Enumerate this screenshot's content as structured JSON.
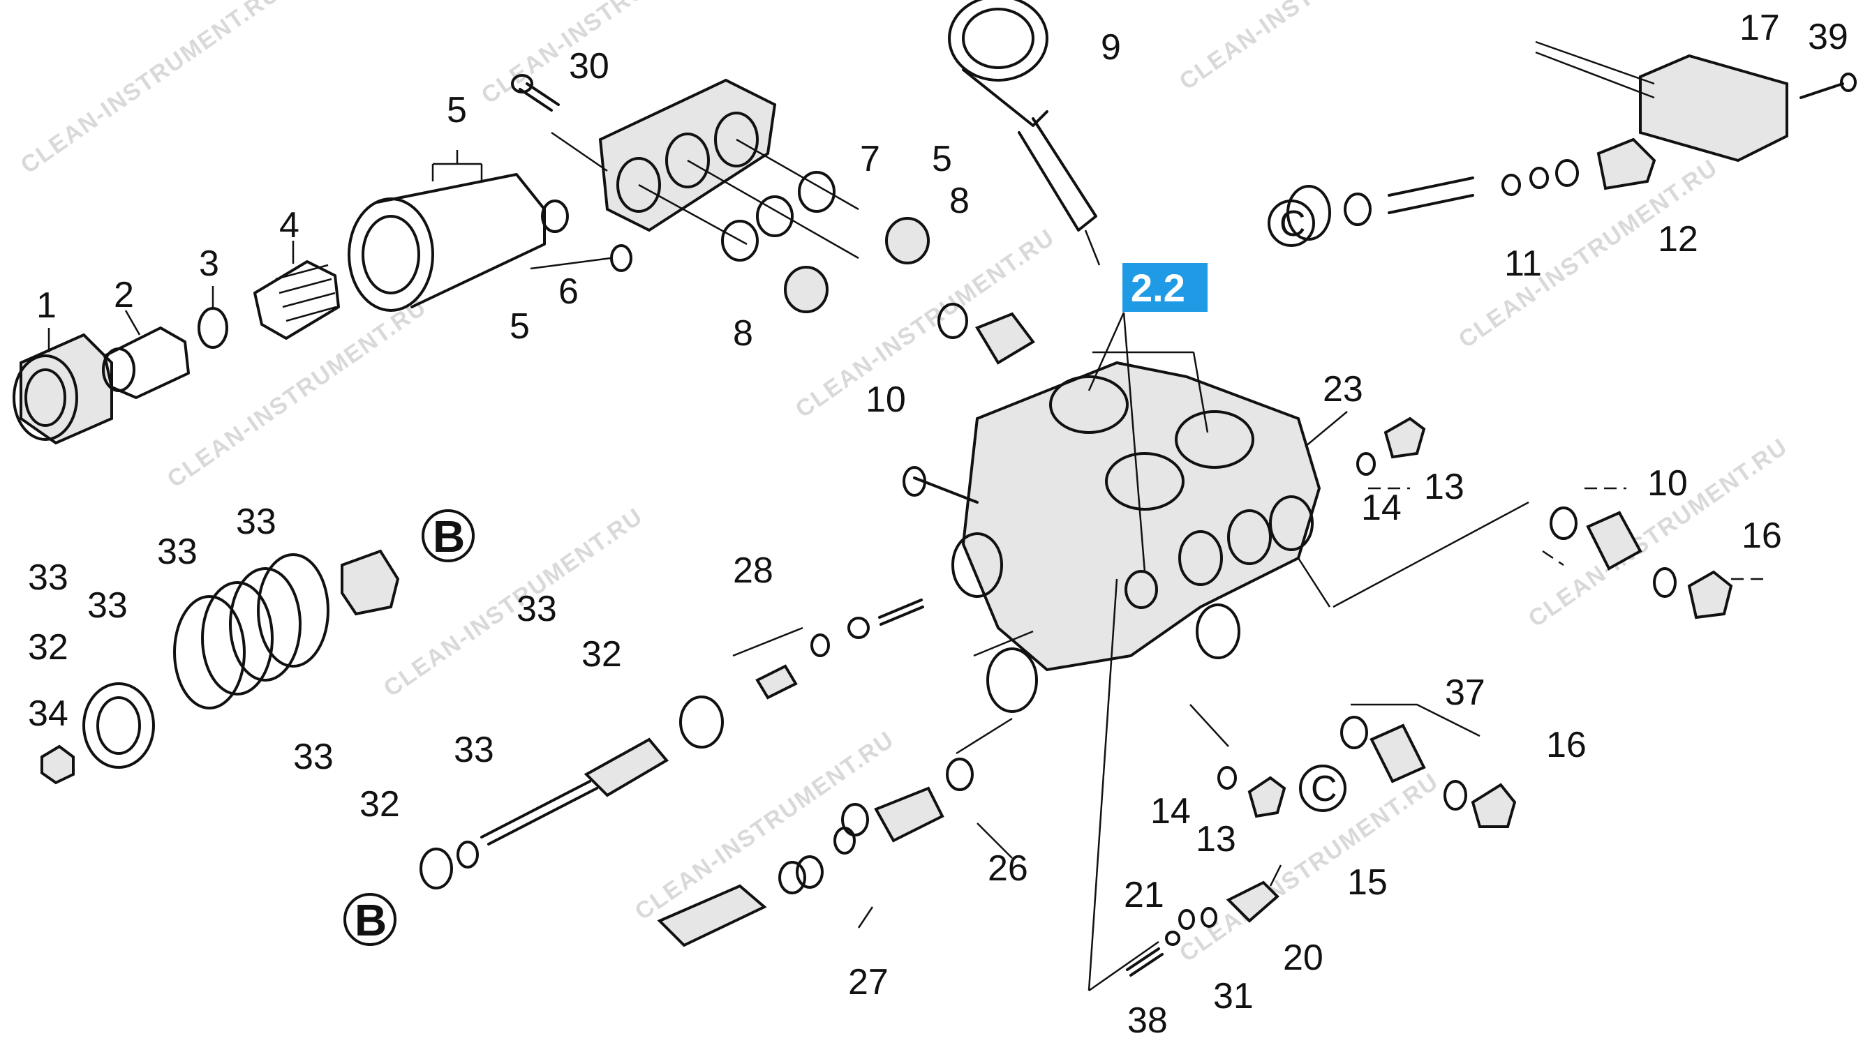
{
  "watermark": "CLEAN-INSTRUMENT.RU",
  "highlight": {
    "label": "2.2",
    "color": "#1f9be6"
  },
  "callouts": {
    "b": "B",
    "c": "C"
  },
  "labels": {
    "p1": "1",
    "p2": "2",
    "p3": "3",
    "p4": "4",
    "p5a": "5",
    "p5b": "5",
    "p5c": "5",
    "p6": "6",
    "p7": "7",
    "p8a": "8",
    "p8b": "8",
    "p9": "9",
    "p10a": "10",
    "p10b": "10",
    "p11": "11",
    "p12": "12",
    "p13a": "13",
    "p13b": "13",
    "p14a": "14",
    "p14b": "14",
    "p15": "15",
    "p16a": "16",
    "p16b": "16",
    "p17": "17",
    "p20": "20",
    "p21": "21",
    "p23": "23",
    "p26": "26",
    "p27": "27",
    "p28": "28",
    "p30": "30",
    "p31": "31",
    "p32a": "32",
    "p32b": "32",
    "p32c": "32",
    "p33a": "33",
    "p33b": "33",
    "p33c": "33",
    "p33d": "33",
    "p33e": "33",
    "p33f": "33",
    "p33g": "33",
    "p34": "34",
    "p37": "37",
    "p38": "38",
    "p39": "39"
  }
}
